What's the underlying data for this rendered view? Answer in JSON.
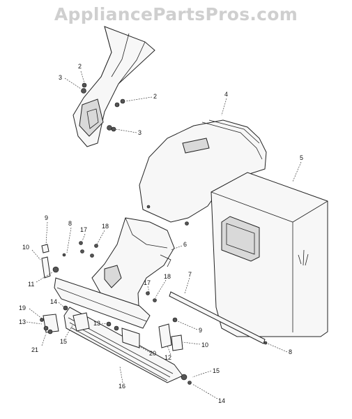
{
  "watermark": "AppliancePartsPros.com",
  "callouts": [
    {
      "id": "c2a",
      "label": "2"
    },
    {
      "id": "c3a",
      "label": "3"
    },
    {
      "id": "c2b",
      "label": "2"
    },
    {
      "id": "c3b",
      "label": "3"
    },
    {
      "id": "c4",
      "label": "4"
    },
    {
      "id": "c5",
      "label": "5"
    },
    {
      "id": "c9a",
      "label": "9"
    },
    {
      "id": "c8a",
      "label": "8"
    },
    {
      "id": "c17a",
      "label": "17"
    },
    {
      "id": "c18a",
      "label": "18"
    },
    {
      "id": "c6",
      "label": "6"
    },
    {
      "id": "c10a",
      "label": "10"
    },
    {
      "id": "c11",
      "label": "11"
    },
    {
      "id": "c7",
      "label": "7"
    },
    {
      "id": "c17b",
      "label": "17"
    },
    {
      "id": "c18b",
      "label": "18"
    },
    {
      "id": "c14a",
      "label": "14"
    },
    {
      "id": "c19",
      "label": "19"
    },
    {
      "id": "c13a",
      "label": "13"
    },
    {
      "id": "c15a",
      "label": "15"
    },
    {
      "id": "c21",
      "label": "21"
    },
    {
      "id": "c13b",
      "label": "13"
    },
    {
      "id": "c9b",
      "label": "9"
    },
    {
      "id": "c10b",
      "label": "10"
    },
    {
      "id": "c20",
      "label": "20"
    },
    {
      "id": "c12",
      "label": "12"
    },
    {
      "id": "c8b",
      "label": "8"
    },
    {
      "id": "c15b",
      "label": "15"
    },
    {
      "id": "c16",
      "label": "16"
    },
    {
      "id": "c14b",
      "label": "14"
    }
  ]
}
